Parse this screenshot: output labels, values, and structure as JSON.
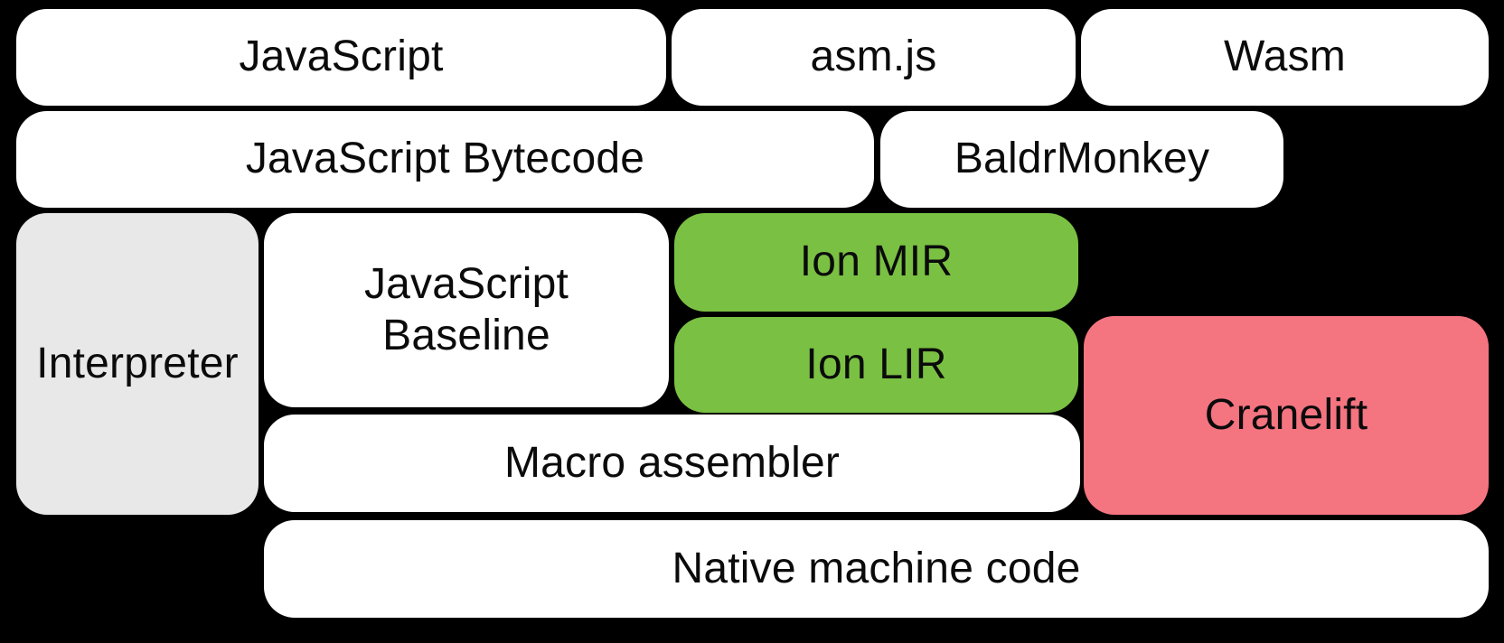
{
  "diagram": {
    "background_color": "#000000",
    "text_color": "#0b0b0b",
    "colors": {
      "background": "#000000",
      "block": "#ffffff",
      "interpreter": "#e8e8e8",
      "ion": "#7ac143",
      "cranelift": "#f47480",
      "text": "#0b0b0b"
    },
    "blocks": {
      "javascript": {
        "label": "JavaScript"
      },
      "asmjs": {
        "label": "asm.js"
      },
      "wasm": {
        "label": "Wasm"
      },
      "bytecode": {
        "label": "JavaScript Bytecode"
      },
      "baldrmonkey": {
        "label": "BaldrMonkey"
      },
      "interpreter": {
        "label": "Interpreter"
      },
      "baseline": {
        "label": "JavaScript Baseline"
      },
      "ion_mir": {
        "label": "Ion MIR"
      },
      "ion_lir": {
        "label": "Ion LIR"
      },
      "cranelift": {
        "label": "Cranelift"
      },
      "macro_assembler": {
        "label": "Macro assembler"
      },
      "native_machine_code": {
        "label": "Native machine code"
      }
    }
  }
}
